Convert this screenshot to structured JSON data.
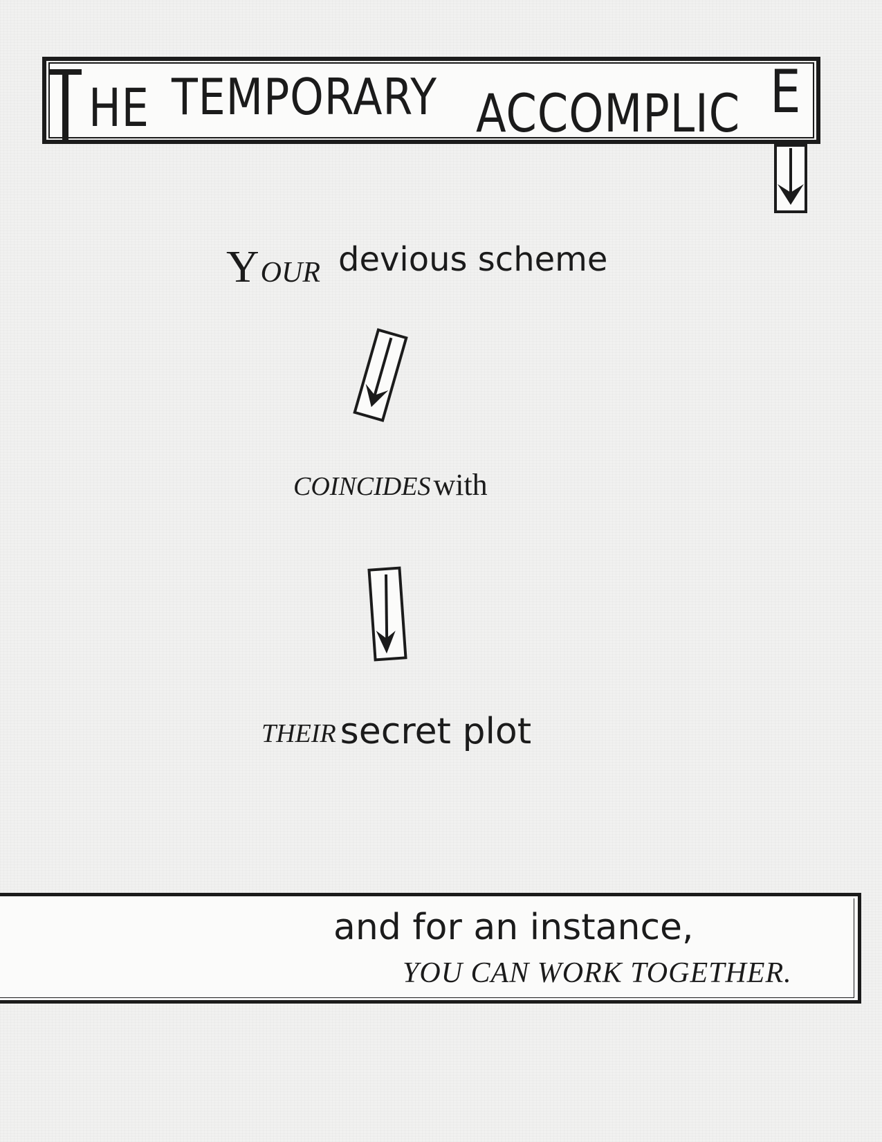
{
  "title": {
    "cap_letter": "T",
    "part1": "HE",
    "part2": "TEMPORARY",
    "part3": "ACCOMPLIC",
    "last_letter": "E"
  },
  "poem": {
    "your_initial": "Y",
    "your_rest": "OUR",
    "line1_rest": "devious scheme",
    "line2_italic": "COINCIDES",
    "line2_rest": "with",
    "line3_italic": "THEIR",
    "line3_rest": "secret plot"
  },
  "footer": {
    "line1": "and for an instance,",
    "line2": "YOU CAN WORK TOGETHER."
  },
  "icons": [
    "arrow-down-icon",
    "arrow-down-icon",
    "arrow-down-icon"
  ]
}
